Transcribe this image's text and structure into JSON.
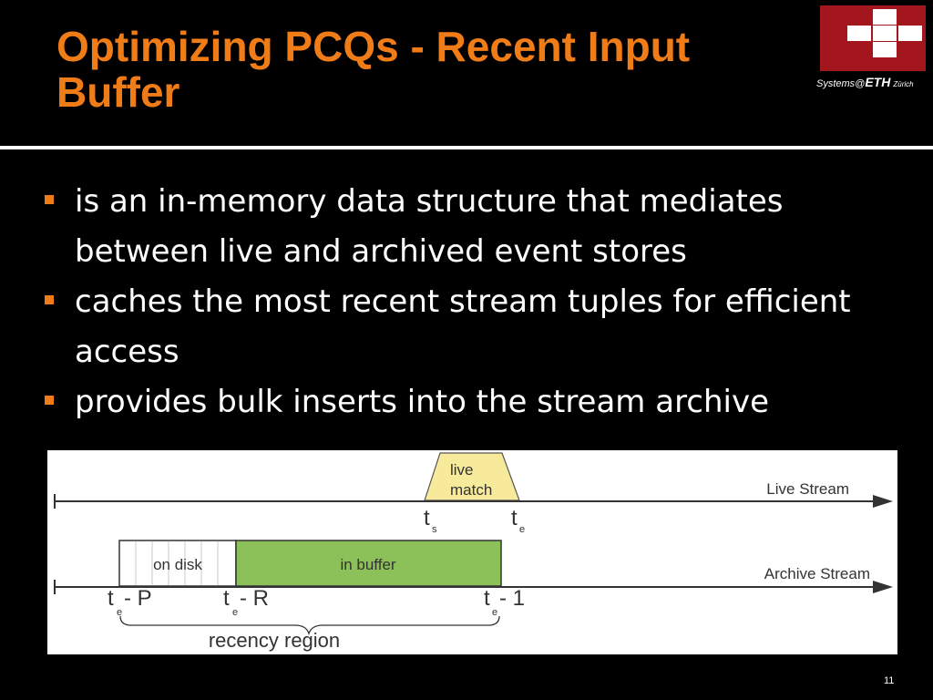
{
  "slide": {
    "title": "Optimizing PCQs - Recent Input Buffer",
    "page_number": "11",
    "accent_color": "#f07c18"
  },
  "logo": {
    "caption_prefix": "Systems@",
    "caption_brand": "ETH",
    "caption_suffix": "Zürich",
    "color": "#a4161d"
  },
  "bullets": [
    "is an in-memory data structure that mediates between live and archived event stores",
    "caches the most recent stream tuples for efficient access",
    "provides bulk inserts into the stream archive"
  ],
  "diagram": {
    "live_match_line1": "live",
    "live_match_line2": "match",
    "live_stream_label": "Live Stream",
    "archive_stream_label": "Archive Stream",
    "on_disk_label": "on disk",
    "in_buffer_label": "in buffer",
    "buffer_color": "#8cc058",
    "live_match_color": "#f7eb9b",
    "ts_main": "t",
    "ts_sub": "s",
    "te_main": "t",
    "te_sub": "e",
    "te_minus_p_main": "t",
    "te_minus_p_sub": "e",
    "te_minus_p_rest": " - P",
    "te_minus_r_main": "t",
    "te_minus_r_sub": "e",
    "te_minus_r_rest": " - R",
    "te_minus_1_main": "t",
    "te_minus_1_sub": "e",
    "te_minus_1_rest": " - 1",
    "recency_region_label": "recency region"
  }
}
